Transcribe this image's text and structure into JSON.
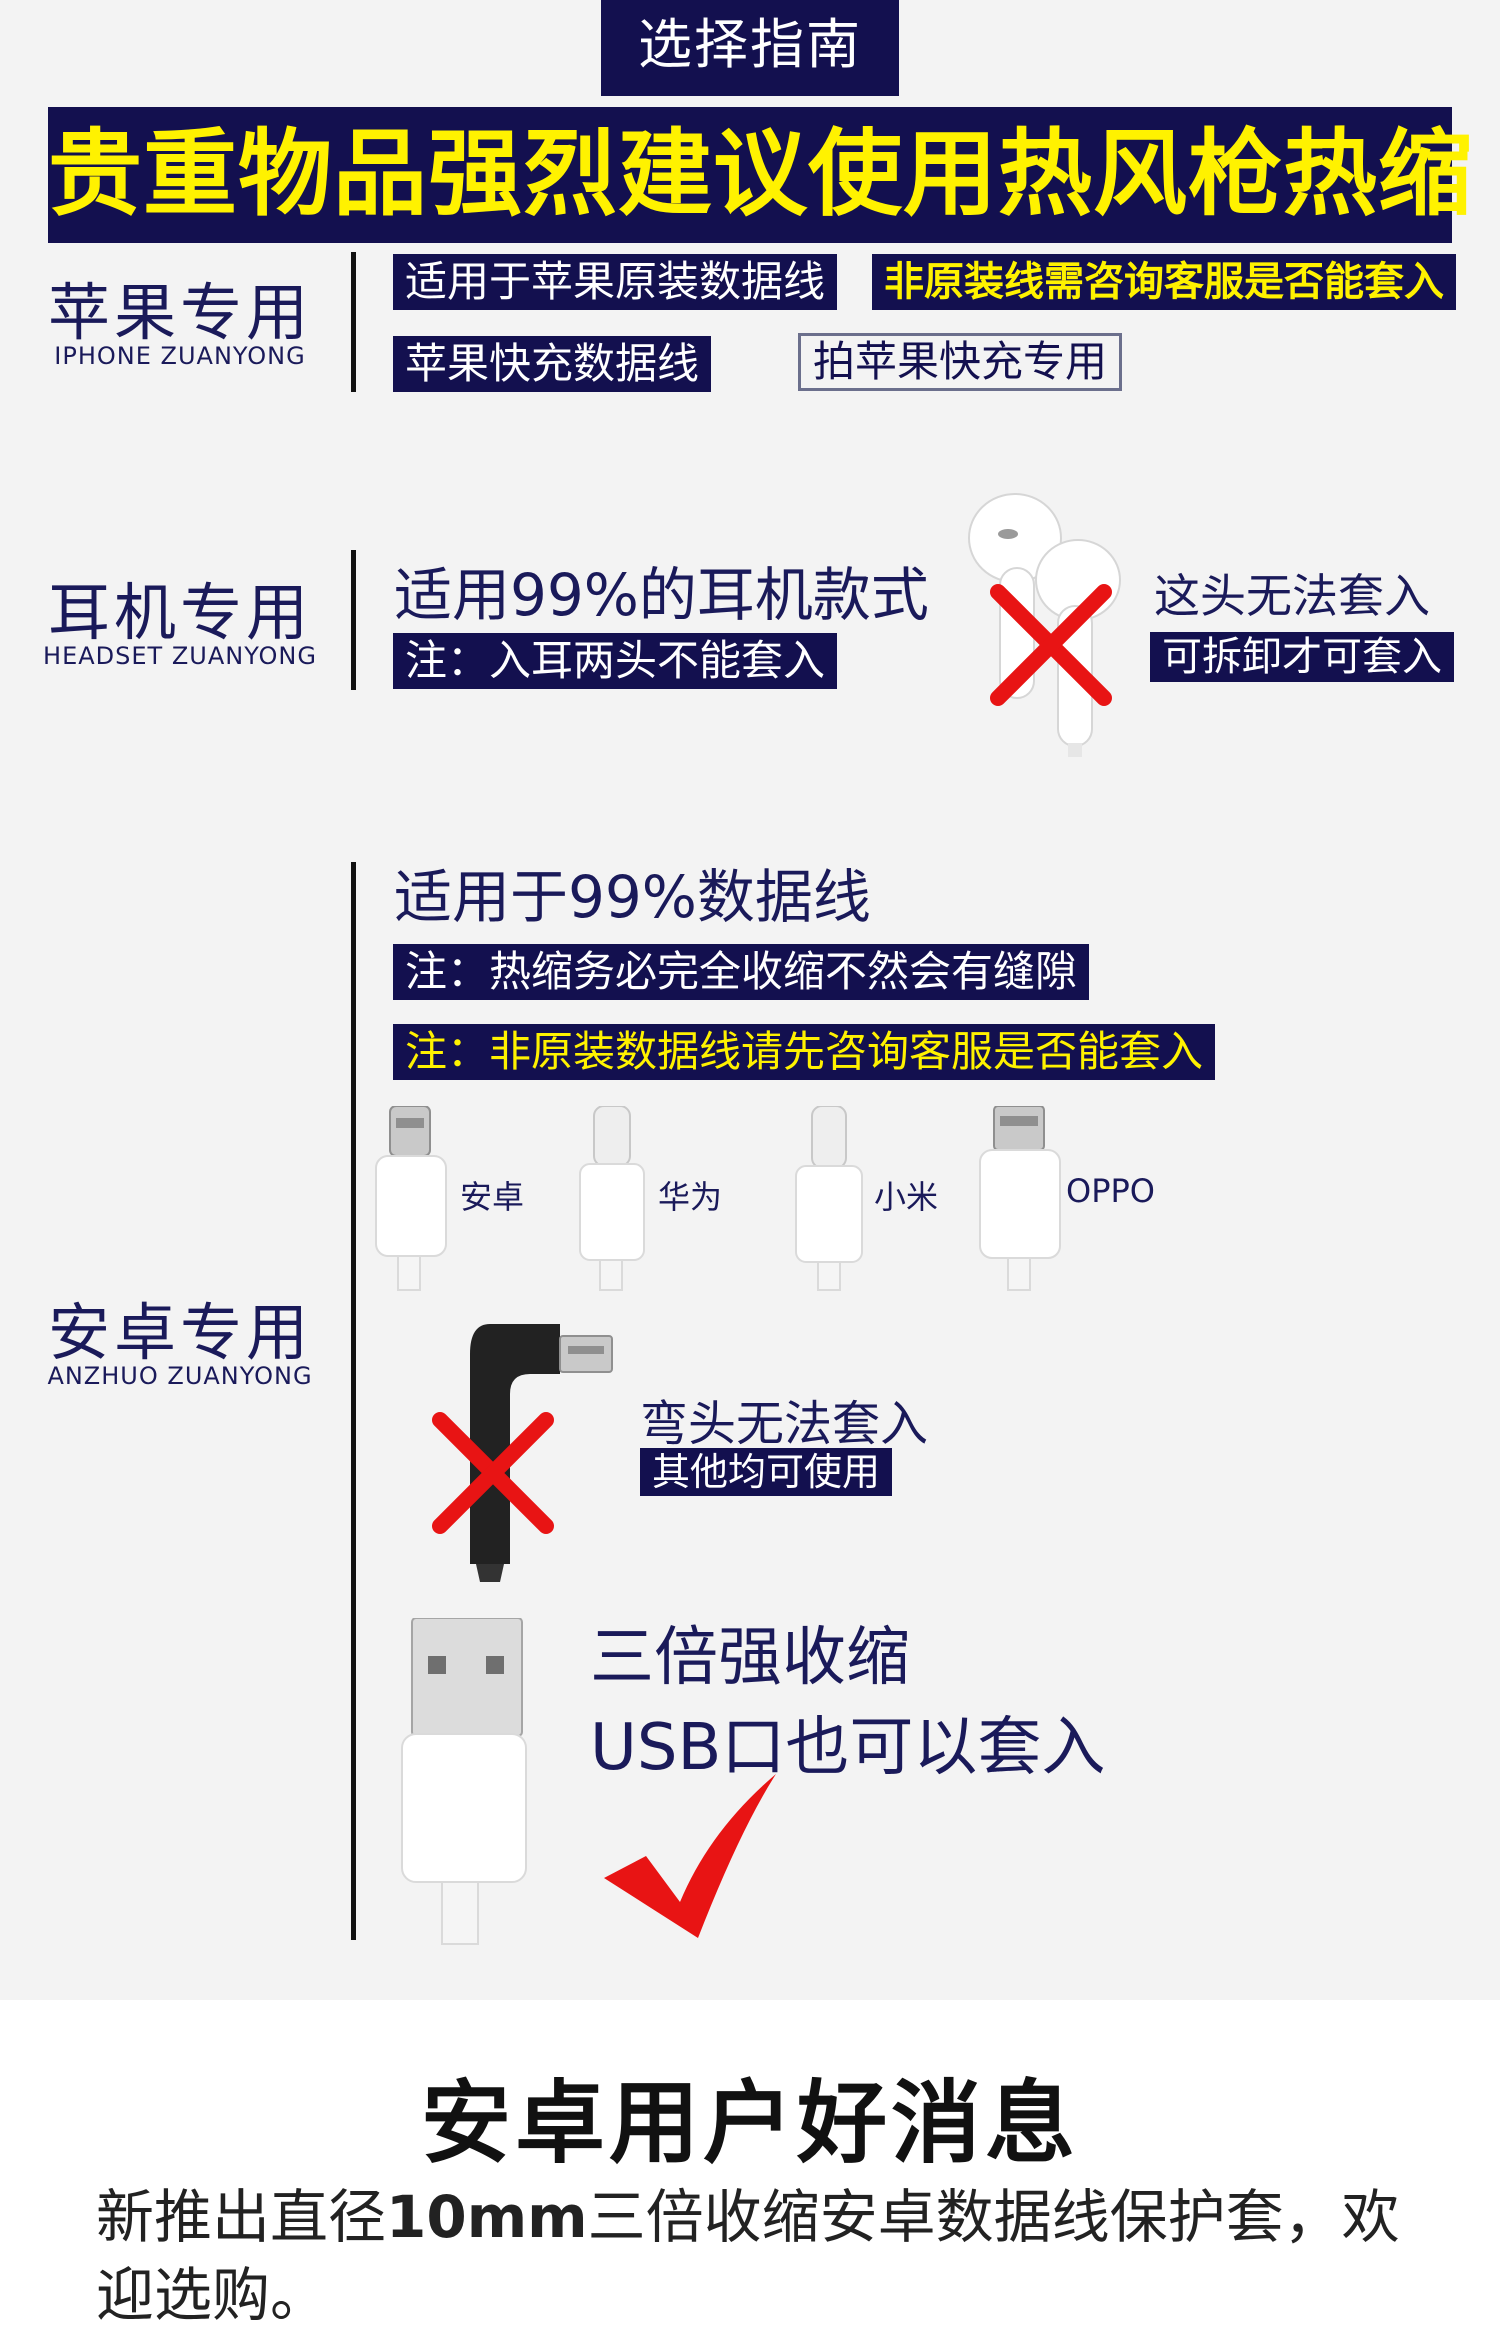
{
  "header": {
    "guide_tab": "选择指南",
    "banner": "贵重物品强烈建议使用热风枪热缩"
  },
  "iphone": {
    "title": "苹果专用",
    "subtitle": "IPHONE ZUANYONG",
    "box1": "适用于苹果原装数据线",
    "box1_note": "非原装线需咨询客服是否能套入",
    "box2": "苹果快充数据线",
    "box2_note": "拍苹果快充专用"
  },
  "headset": {
    "title": "耳机专用",
    "subtitle": "HEADSET ZUANYONG",
    "headline": "适用99%的耳机款式",
    "note": "注：入耳两头不能套入",
    "warn": "这头无法套入",
    "warn_box": "可拆卸才可套入"
  },
  "android": {
    "title": "安卓专用",
    "subtitle": "ANZHUO ZUANYONG",
    "headline": "适用于99%数据线",
    "note1": "注：热缩务必完全收缩不然会有缝隙",
    "note2": "注：非原装数据线请先咨询客服是否能套入",
    "brands": [
      "安卓",
      "华为",
      "小米",
      "OPPO"
    ],
    "elbow_text": "弯头无法套入",
    "elbow_box": "其他均可使用",
    "usb_line1": "三倍强收缩",
    "usb_line2": "USB口也可以套入"
  },
  "news": {
    "title": "安卓用户好消息",
    "body_pre": "新推出直径",
    "body_bold": "10mm",
    "body_post": "三倍收缩安卓数据线保护套，欢迎选购。"
  },
  "icons": [
    "earphone-icon",
    "cross-icon",
    "check-icon",
    "micro-usb-connector-icon",
    "type-c-connector-icon",
    "usb-a-connector-icon",
    "elbow-cable-icon"
  ],
  "colors": {
    "navy": "#13104f",
    "yellow": "#fff200",
    "red": "#e81414",
    "panel": "#f3f3f3"
  }
}
